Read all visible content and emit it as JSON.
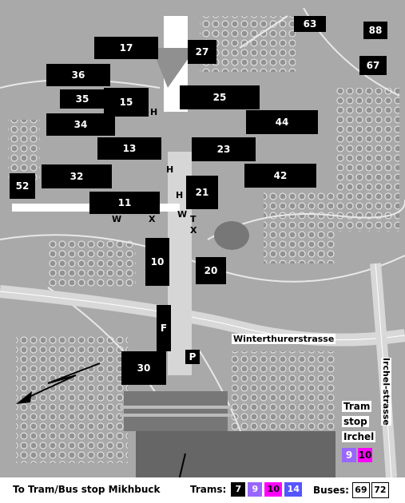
{
  "buildings": [
    {
      "id": "b17",
      "label": "17"
    },
    {
      "id": "b27",
      "label": "27"
    },
    {
      "id": "b63",
      "label": "63"
    },
    {
      "id": "b88",
      "label": "88"
    },
    {
      "id": "b67",
      "label": "67"
    },
    {
      "id": "b36",
      "label": "36"
    },
    {
      "id": "b35",
      "label": "35"
    },
    {
      "id": "b15",
      "label": "15"
    },
    {
      "id": "b25",
      "label": "25"
    },
    {
      "id": "b34",
      "label": "34"
    },
    {
      "id": "b44",
      "label": "44"
    },
    {
      "id": "b13",
      "label": "13"
    },
    {
      "id": "b23",
      "label": "23"
    },
    {
      "id": "b32",
      "label": "32"
    },
    {
      "id": "b42",
      "label": "42"
    },
    {
      "id": "b52",
      "label": "52"
    },
    {
      "id": "b21",
      "label": "21"
    },
    {
      "id": "b11",
      "label": "11"
    },
    {
      "id": "b10",
      "label": "10"
    },
    {
      "id": "b20",
      "label": "20"
    },
    {
      "id": "bF",
      "label": "F"
    },
    {
      "id": "b30",
      "label": "30"
    },
    {
      "id": "bP",
      "label": "P"
    }
  ],
  "letters": [
    "H",
    "H",
    "H",
    "W",
    "X",
    "W",
    "T",
    "X"
  ],
  "streets": {
    "winterthur": "Winterthurerstrasse",
    "irchel": "Irchel-strasse"
  },
  "tram_stop": {
    "lines": [
      "Tram",
      "stop",
      "Irchel"
    ],
    "trams": [
      {
        "num": "9",
        "color": "#9966ff"
      },
      {
        "num": "10",
        "color": "#ff00ff"
      }
    ]
  },
  "legend": {
    "direction": "To Tram/Bus stop Mikhbuck",
    "trams_label": "Trams:",
    "trams": [
      {
        "num": "7",
        "bg": "#000000",
        "fg": "#ffffff"
      },
      {
        "num": "9",
        "bg": "#9966ff",
        "fg": "#ffffff"
      },
      {
        "num": "10",
        "bg": "#ff00ff",
        "fg": "#000000"
      },
      {
        "num": "14",
        "bg": "#5555ff",
        "fg": "#ffffff"
      }
    ],
    "buses_label": "Buses:",
    "buses": [
      "69",
      "72"
    ]
  }
}
